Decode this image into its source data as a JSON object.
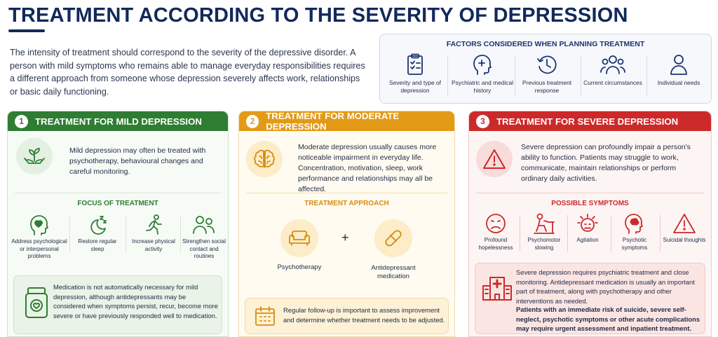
{
  "header": {
    "title": "TREATMENT ACCORDING TO THE SEVERITY OF DEPRESSION",
    "intro": "The intensity of treatment should correspond to the severity of the depressive disorder. A person with mild symptoms who remains able to manage everyday responsibilities requires a different approach from someone whose depression severely affects work, relationships or basic daily functioning."
  },
  "factors": {
    "title": "FACTORS CONSIDERED WHEN PLANNING TREATMENT",
    "items": [
      {
        "label": "Severity and type of depression",
        "icon": "clipboard-checklist-icon"
      },
      {
        "label": "Psychiatric and medical history",
        "icon": "head-medical-cross-icon"
      },
      {
        "label": "Previous treatment response",
        "icon": "history-clock-icon"
      },
      {
        "label": "Current circumstances",
        "icon": "people-group-icon"
      },
      {
        "label": "Individual needs",
        "icon": "person-icon"
      }
    ]
  },
  "mild": {
    "number": "1",
    "title": "TREATMENT FOR MILD DEPRESSION",
    "description": "Mild depression may often be treated with psychotherapy, behavioural changes and careful monitoring.",
    "focus_title": "FOCUS OF TREATMENT",
    "focus": [
      {
        "label": "Address psychological or interpersonal problems",
        "icon": "head-heart-icon"
      },
      {
        "label": "Restore regular sleep",
        "icon": "moon-sleep-icon"
      },
      {
        "label": "Increase physical activity",
        "icon": "running-person-icon"
      },
      {
        "label": "Strengthen social contact and routines",
        "icon": "people-icon"
      }
    ],
    "note": "Medication is not automatically necessary for mild depression, although antidepressants may be considered when symptoms persist, recur, become more severe or have previously responded well to medication."
  },
  "moderate": {
    "number": "2",
    "title": "TREATMENT FOR MODERATE DEPRESSION",
    "description": "Moderate depression usually causes more noticeable impairment in everyday life. Concentration, motivation, sleep, work performance and relationships may all be affected.",
    "approach_title": "TREATMENT APPROACH",
    "approach": [
      {
        "label": "Psychotherapy",
        "icon": "couch-icon"
      },
      {
        "label": "Antidepressant medication",
        "icon": "capsule-icon"
      }
    ],
    "plus": "+",
    "note": "Regular follow-up is important to assess improvement and determine whether treatment needs to be adjusted."
  },
  "severe": {
    "number": "3",
    "title": "TREATMENT FOR SEVERE DEPRESSION",
    "description": "Severe depression can profoundly impair a person's ability to function. Patients may struggle to work, communicate, maintain relationships or perform ordinary daily activities.",
    "symptoms_title": "POSSIBLE SYMPTOMS",
    "symptoms": [
      {
        "label": "Profound hopelessness",
        "icon": "sad-face-icon"
      },
      {
        "label": "Psychomotor slowing",
        "icon": "person-at-desk-icon"
      },
      {
        "label": "Agitation",
        "icon": "agitated-head-icon"
      },
      {
        "label": "Psychotic symptoms",
        "icon": "head-brain-icon"
      },
      {
        "label": "Suicidal thoughts",
        "icon": "warning-triangle-icon"
      }
    ],
    "note": "Severe depression requires psychiatric treatment and close monitoring. Antidepressant medication is usually an important part of treatment, along with psychotherapy and other interventions as needed.",
    "note_strong": "Patients with an immediate risk of suicide, severe self-neglect, psychotic symptoms or other acute complications may require urgent assessment and inpatient treatment."
  },
  "colors": {
    "navy": "#13295b",
    "green": "#2f7d33",
    "amber": "#e39a17",
    "red": "#cc2a2a"
  }
}
